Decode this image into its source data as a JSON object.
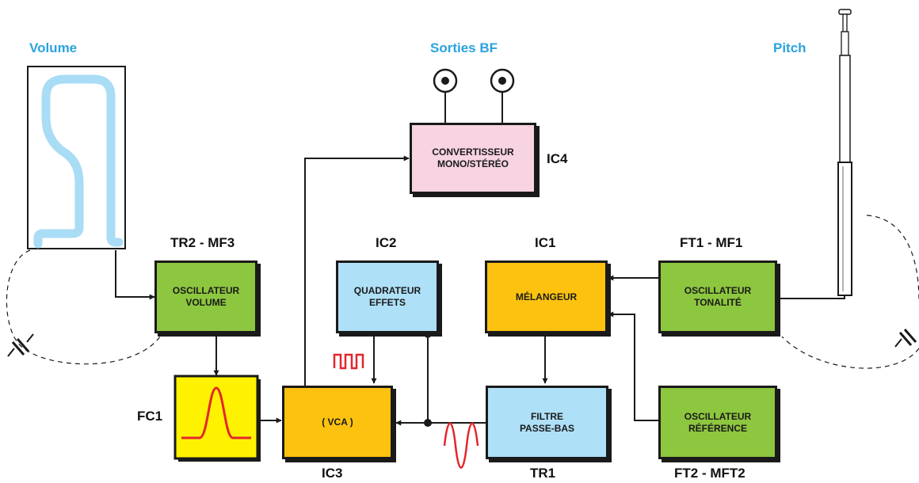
{
  "title_volume": "Volume",
  "title_outputs": "Sorties BF",
  "title_pitch": "Pitch",
  "blocks": {
    "osc_volume": {
      "line1": "OSCILLATEUR",
      "line2": "VOLUME",
      "ref": "TR2 - MF3"
    },
    "quadrateur": {
      "line1": "QUADRATEUR",
      "line2": "EFFETS",
      "ref": "IC2"
    },
    "melangeur": {
      "line1": "MÉLANGEUR",
      "ref": "IC1"
    },
    "osc_tonalite": {
      "line1": "OSCILLATEUR",
      "line2": "TONALITÉ",
      "ref": "FT1 - MF1"
    },
    "convertisseur": {
      "line1": "CONVERTISSEUR",
      "line2": "MONO/STÉRÉO",
      "ref": "IC4"
    },
    "vca": {
      "line1": "( VCA )",
      "ref": "IC3"
    },
    "filtre": {
      "line1": "FILTRE",
      "line2": "PASSE-BAS",
      "ref": "TR1"
    },
    "osc_reference": {
      "line1": "OSCILLATEUR",
      "line2": "RÉFÉRENCE",
      "ref": "FT2 - MFT2"
    },
    "fc1": {
      "ref": "FC1"
    }
  },
  "colors": {
    "green": "#8dc63f",
    "light_blue": "#aee0f7",
    "orange": "#fcc20f",
    "pink": "#f8d3e2",
    "yellow": "#fff200",
    "accent_blue": "#2aa3de",
    "signal_red": "#e3262d"
  }
}
